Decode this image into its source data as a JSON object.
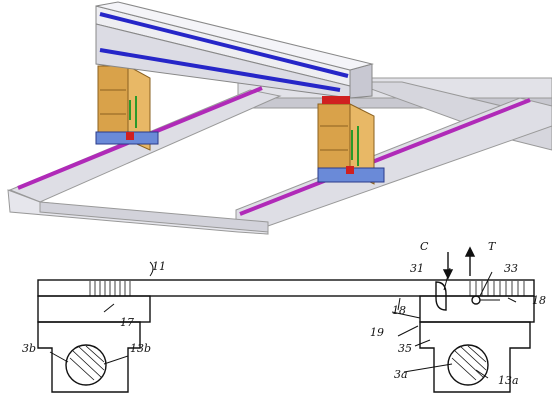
{
  "labels": {
    "beam": "11",
    "arrow_c": "C",
    "arrow_t": "T",
    "pin_31": "31",
    "pin_33": "33",
    "cut_18_left": "18",
    "cut_18_right": "18",
    "body_17": "17",
    "part_19": "19",
    "part_35": "35",
    "rail_3b": "3b",
    "block_13b": "13b",
    "rail_3a": "3a",
    "block_13a": "13a"
  },
  "colors": {
    "beam_face": "#dcdce4",
    "beam_top": "#eeeef2",
    "blue_stripe": "#2626c8",
    "rail_magenta": "#b02ab8",
    "carriage_orange": "#d9a24a",
    "bearing_blue": "#6a8ad8",
    "red_accent": "#d02020",
    "ink": "#111111"
  }
}
